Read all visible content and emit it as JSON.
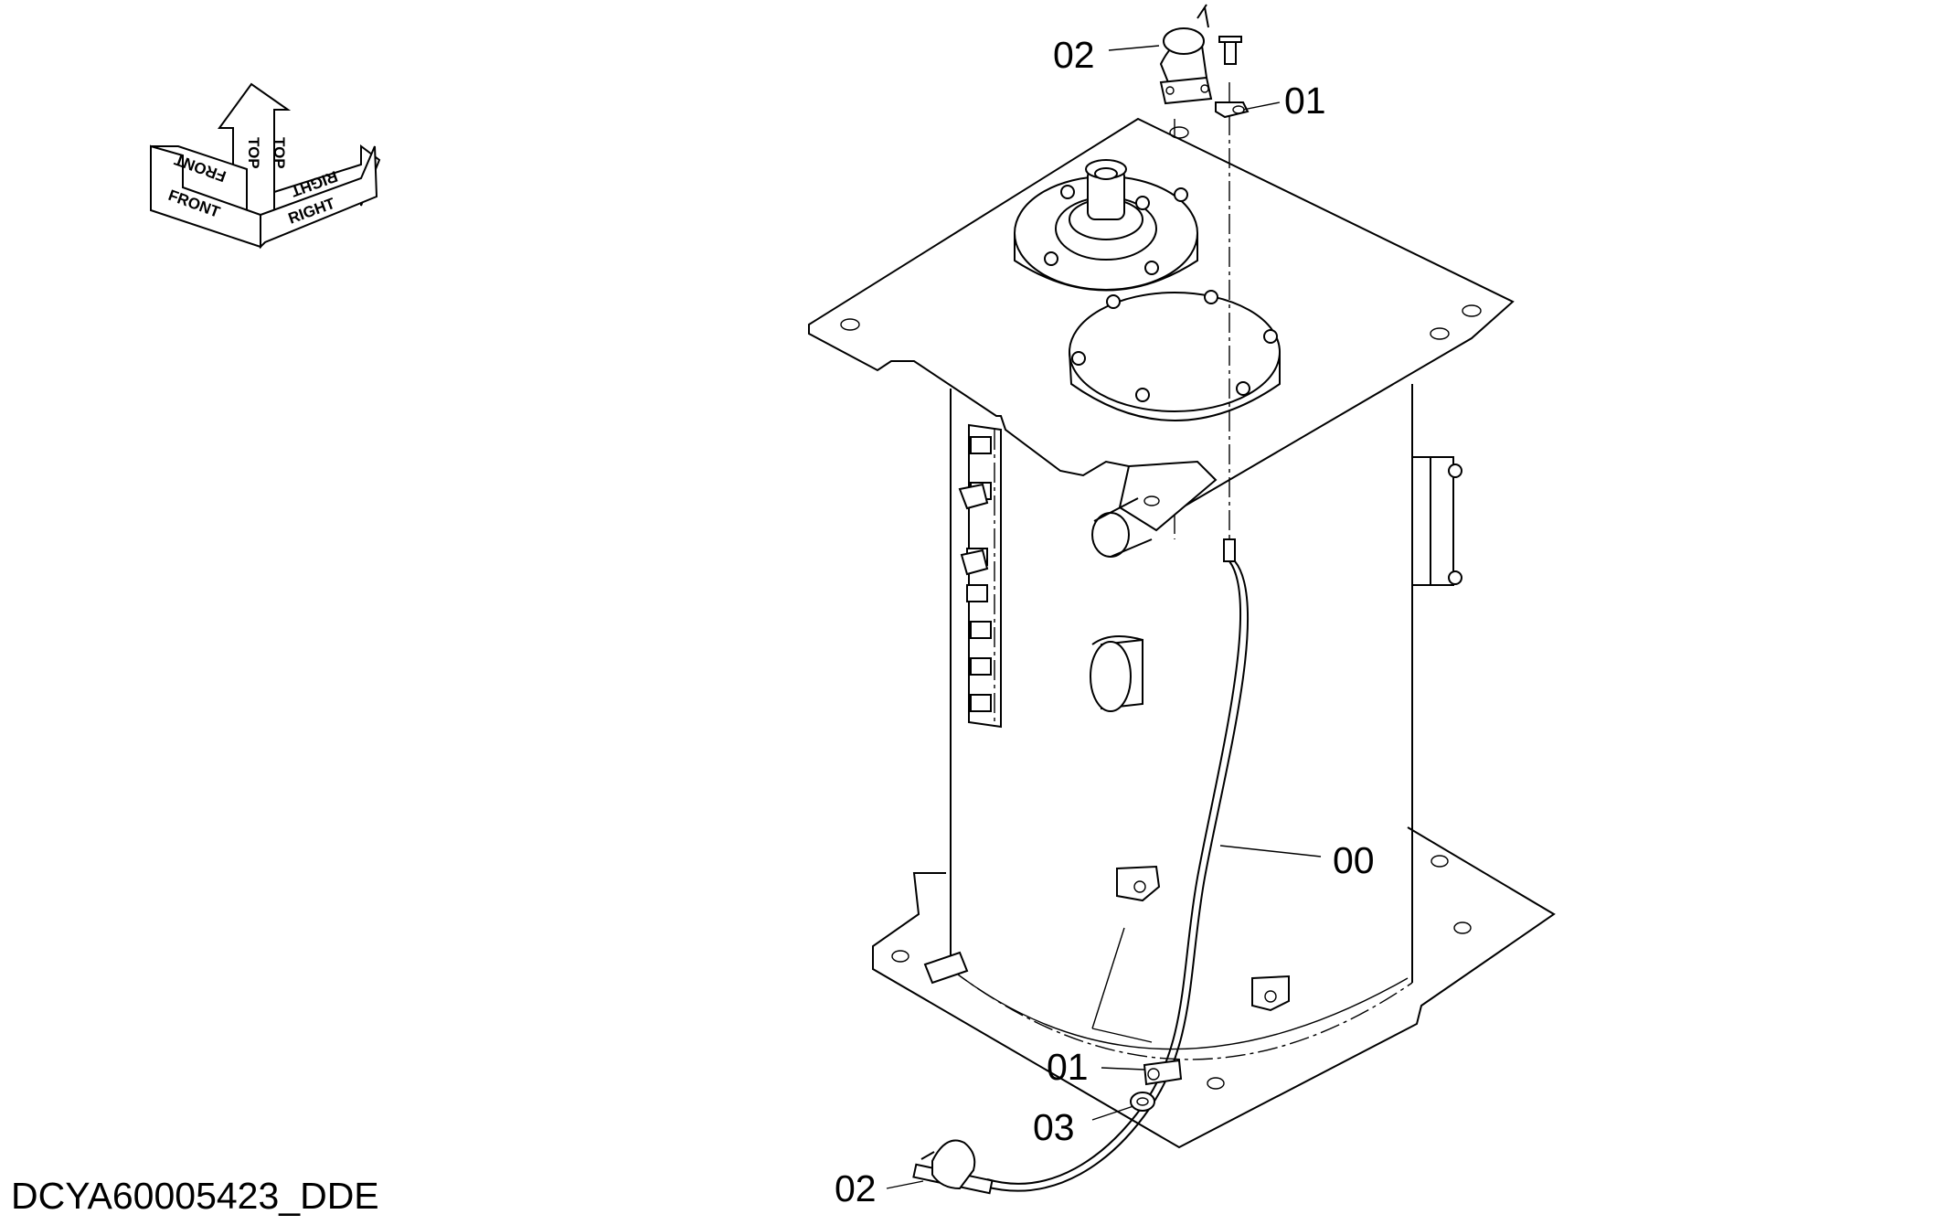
{
  "drawing": {
    "id_label": "DCYA60005423_DDE"
  },
  "orientation_symbol": {
    "front": "FRONT",
    "top": "TOP",
    "right": "RIGHT"
  },
  "callouts": [
    {
      "label": "02"
    },
    {
      "label": "01"
    },
    {
      "label": "00"
    },
    {
      "label": "01"
    },
    {
      "label": "03"
    },
    {
      "label": "02"
    }
  ]
}
